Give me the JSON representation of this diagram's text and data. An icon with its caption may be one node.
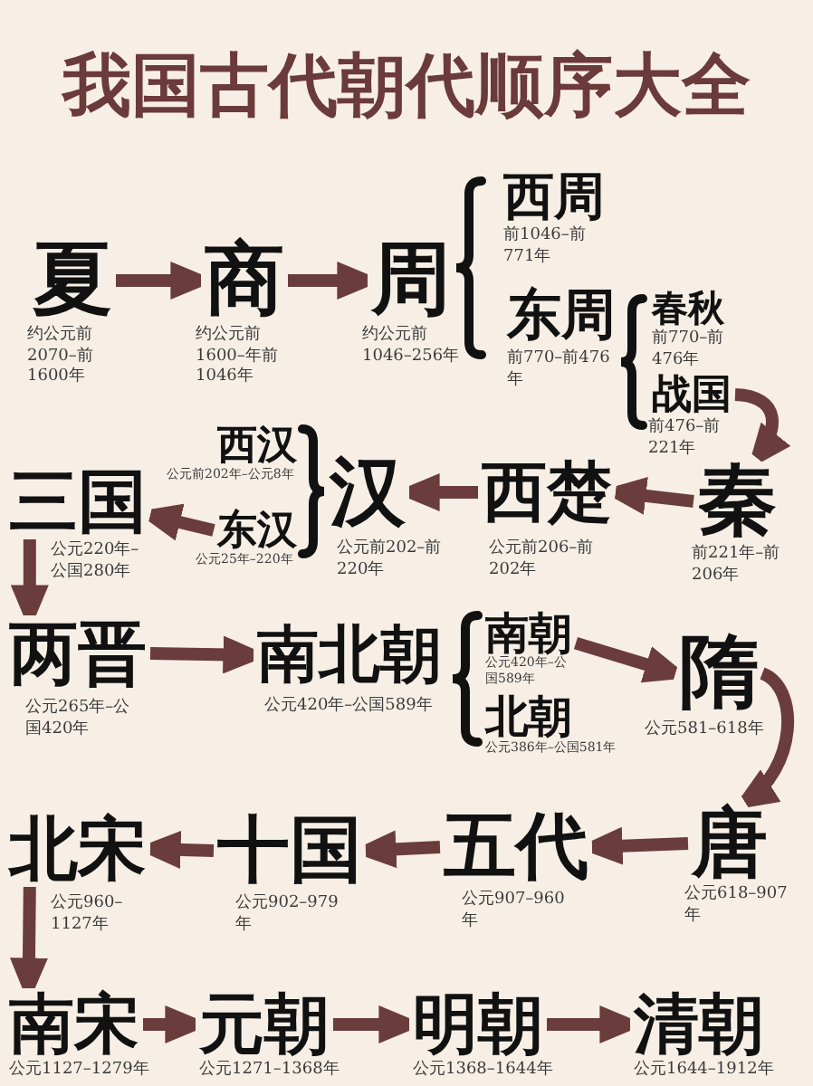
{
  "diagram": {
    "title": "我国古代朝代顺序大全",
    "nodes": [
      {
        "text": [
          "夏"
        ],
        "beside": [
          "约公元前2070–前1600年"
        ]
      },
      {
        "text": [
          "商"
        ],
        "beside": [
          "约公元前1600–年前1046年"
        ]
      },
      {
        "text": [
          "周"
        ],
        "beside": [
          "约公元前1046–256年"
        ]
      },
      {
        "text": [
          "西周"
        ],
        "beside": [
          "前1046–前771年"
        ]
      },
      {
        "text": [
          "东周"
        ],
        "beside": [
          "前770–前476年"
        ]
      },
      {
        "text": [
          "春秋"
        ],
        "beside": [
          "前770–前476年"
        ]
      },
      {
        "text": [
          "战国"
        ],
        "beside": [
          "前476–前221年"
        ]
      },
      {
        "text": [
          "秦"
        ],
        "beside": [
          "前221年–前206年"
        ]
      },
      {
        "text": [
          "西楚"
        ],
        "beside": [
          "公元前206–前202年"
        ]
      },
      {
        "text": [
          "汉"
        ],
        "beside": [
          "公元前202–前220年"
        ]
      },
      {
        "text": [
          "西汉"
        ],
        "beside": [
          "公元前202年–公元8年"
        ]
      },
      {
        "text": [
          "东汉"
        ],
        "beside": [
          "公元25年–220年"
        ]
      },
      {
        "text": [
          "三国"
        ],
        "beside": [
          "公元220年–公国280年"
        ]
      },
      {
        "text": [
          "两晋"
        ],
        "beside": [
          "公元265年–公国420年"
        ]
      },
      {
        "text": [
          "南北朝"
        ],
        "beside": [
          "公元420年–公国589年"
        ]
      },
      {
        "text": [
          "南朝"
        ],
        "beside": [
          "公元420年–公国589年"
        ]
      },
      {
        "text": [
          "北朝"
        ],
        "beside": [
          "公元386年–公国581年"
        ]
      },
      {
        "text": [
          "隋"
        ],
        "beside": [
          "公元581–618年"
        ]
      },
      {
        "text": [
          "唐"
        ],
        "beside": [
          "公元618–907年"
        ]
      },
      {
        "text": [
          "五代"
        ],
        "beside": [
          "公元907–960年"
        ]
      },
      {
        "text": [
          "十国"
        ],
        "beside": [
          "公元902–979年"
        ]
      },
      {
        "text": [
          "北宋"
        ],
        "beside": [
          "公元960–1127年"
        ]
      },
      {
        "text": [
          "南宋"
        ],
        "beside": [
          "公元1127–1279年"
        ]
      },
      {
        "text": [
          "元朝"
        ],
        "beside": [
          "公元1271–1368年"
        ]
      },
      {
        "text": [
          "明朝"
        ],
        "beside": [
          "公元1368–1644年"
        ]
      },
      {
        "text": [
          "清朝"
        ],
        "beside": [
          "公元1644–1912年"
        ]
      }
    ],
    "edges": [
      {
        "from": 0,
        "to": 1,
        "arrow": "to"
      },
      {
        "from": 1,
        "to": 2,
        "arrow": "to"
      },
      {
        "from": 6,
        "to": 7,
        "arrow": "to"
      },
      {
        "from": 7,
        "to": 8,
        "arrow": "to"
      },
      {
        "from": 8,
        "to": 9,
        "arrow": "to"
      },
      {
        "from": 11,
        "to": 12,
        "arrow": "to"
      },
      {
        "from": 12,
        "to": 13,
        "arrow": "to"
      },
      {
        "from": 13,
        "to": 14,
        "arrow": "to"
      },
      {
        "from": 15,
        "to": 17,
        "arrow": "to"
      },
      {
        "from": 17,
        "to": 18,
        "arrow": "to"
      },
      {
        "from": 18,
        "to": 19,
        "arrow": "to"
      },
      {
        "from": 19,
        "to": 20,
        "arrow": "to"
      },
      {
        "from": 20,
        "to": 21,
        "arrow": "to"
      },
      {
        "from": 21,
        "to": 22,
        "arrow": "to"
      },
      {
        "from": 22,
        "to": 23,
        "arrow": "to"
      },
      {
        "from": 23,
        "to": 24,
        "arrow": "to"
      },
      {
        "from": 24,
        "to": 25,
        "arrow": "to"
      }
    ]
  }
}
